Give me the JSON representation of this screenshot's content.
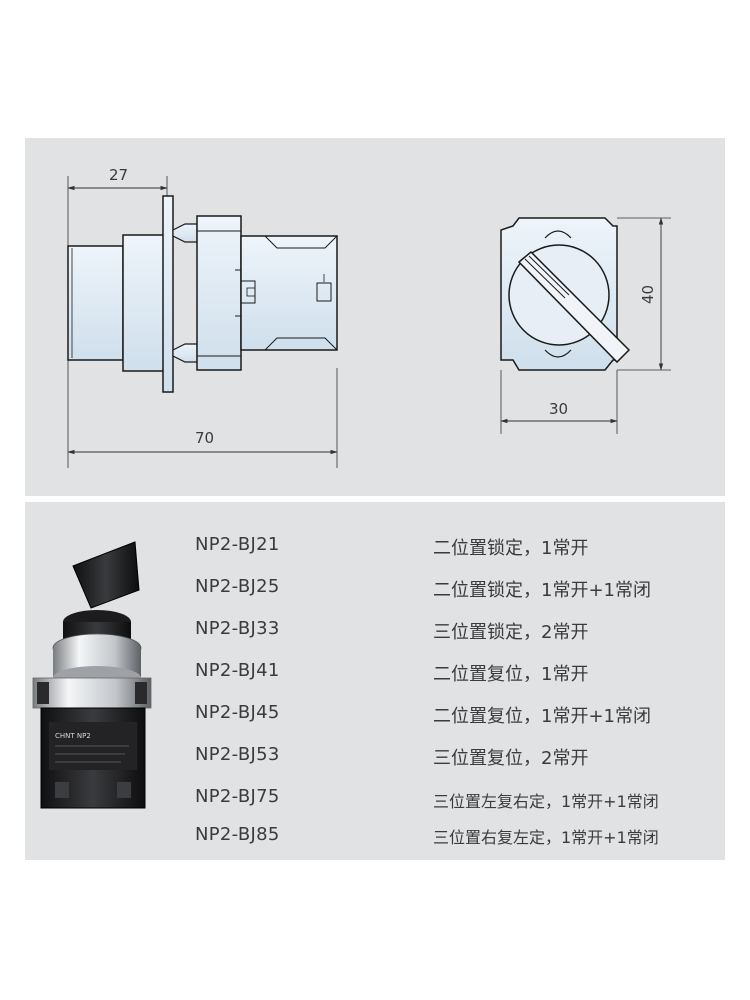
{
  "drawing": {
    "side_view": {
      "dim_top": "27",
      "dim_bottom": "70"
    },
    "front_view": {
      "dim_height": "40",
      "dim_width": "30"
    }
  },
  "product_table": {
    "rows": [
      {
        "model": "NP2-BJ21",
        "description": "二位置锁定，1常开"
      },
      {
        "model": "NP2-BJ25",
        "description": "二位置锁定，1常开+1常闭"
      },
      {
        "model": "NP2-BJ33",
        "description": "三位置锁定，2常开"
      },
      {
        "model": "NP2-BJ41",
        "description": "二位置复位，1常开"
      },
      {
        "model": "NP2-BJ45",
        "description": "二位置复位，1常开+1常闭"
      },
      {
        "model": "NP2-BJ53",
        "description": "三位置复位，2常开"
      },
      {
        "model": "NP2-BJ75",
        "description": "三位置左复右定，1常开+1常闭"
      },
      {
        "model": "NP2-BJ85",
        "description": "三位置右复左定，1常开+1常闭"
      }
    ]
  },
  "product_photo": {
    "label_text": "CHNT NP2"
  },
  "colors": {
    "panel_bg": "#e1e2e4",
    "part_fill": "#dde9f3",
    "outline": "#1a1a1a",
    "text": "#3b3b3b"
  }
}
